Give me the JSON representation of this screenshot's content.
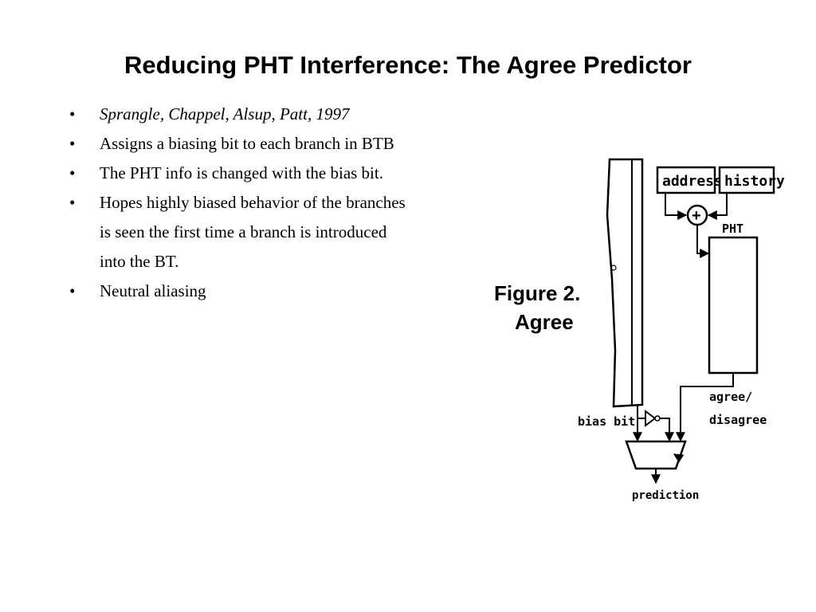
{
  "slide": {
    "title": "Reducing PHT Interference: The Agree Predictor",
    "bullets": [
      {
        "text": "Sprangle, Chappel, Alsup, Patt, 1997",
        "italic": true
      },
      {
        "text": "Assigns a biasing bit to each branch in BTB"
      },
      {
        "text": "The PHT info is changed with the bias bit."
      },
      {
        "text": "Hopes highly biased behavior of the branches"
      },
      {
        "text": "is seen  the first time a branch is introduced",
        "continuation": true
      },
      {
        "text": "into the BT.",
        "continuation": true
      },
      {
        "text": "Neutral aliasing"
      }
    ],
    "bullet_symbol": "•"
  },
  "figure": {
    "caption_line1": "Figure 2.",
    "caption_line2": "Agree",
    "address_label": "address",
    "history_label": "history",
    "adder_symbol": "+",
    "pht_label": "PHT",
    "agree_label_line1": "agree/",
    "agree_label_line2": "disagree",
    "bias_bit_label": "bias bit",
    "prediction_label": "prediction"
  }
}
